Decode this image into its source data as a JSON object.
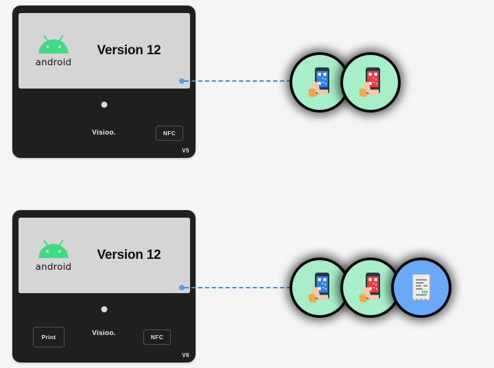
{
  "page": {
    "background_color": "#f5f5f5",
    "title": "Android device NFC / QR flow diagram"
  },
  "devices": [
    {
      "id": "v5",
      "version_tag": "V5",
      "screen": {
        "android_word": "android",
        "android_logo_color": "#3DDC84",
        "version_text": "Version 12",
        "screen_color": "#d5d5d5"
      },
      "brand": "Visioo.",
      "buttons": [
        {
          "name": "nfc",
          "label": "NFC"
        }
      ],
      "body_color": "#1f1f1f"
    },
    {
      "id": "v6",
      "version_tag": "V6",
      "screen": {
        "android_word": "android",
        "android_logo_color": "#3DDC84",
        "version_text": "Version 12",
        "screen_color": "#d5d5d5"
      },
      "brand": "Visioo.",
      "buttons": [
        {
          "name": "print",
          "label": "Print"
        },
        {
          "name": "nfc",
          "label": "NFC"
        }
      ],
      "body_color": "#1f1f1f"
    }
  ],
  "connectors": [
    {
      "from": "v5",
      "color": "#3d85ef",
      "style": "dashed"
    },
    {
      "from": "v6",
      "color": "#3d85ef",
      "style": "dashed"
    }
  ],
  "icon_groups": [
    {
      "for_device": "v5",
      "icons": [
        {
          "name": "hand-phone-blue-qr-icon",
          "circle_color": "#a7efc9",
          "screen_color": "#2f7ff0"
        },
        {
          "name": "hand-phone-red-qr-icon",
          "circle_color": "#a7efc9",
          "screen_color": "#ef3b3b"
        }
      ]
    },
    {
      "for_device": "v6",
      "icons": [
        {
          "name": "hand-phone-blue-qr-icon",
          "circle_color": "#a7efc9",
          "screen_color": "#2f7ff0"
        },
        {
          "name": "hand-phone-red-qr-icon",
          "circle_color": "#a7efc9",
          "screen_color": "#ef3b3b"
        },
        {
          "name": "receipt-invoice-icon",
          "circle_color": "#6aa9f7",
          "paper_color": "#f0ece1"
        }
      ]
    }
  ]
}
